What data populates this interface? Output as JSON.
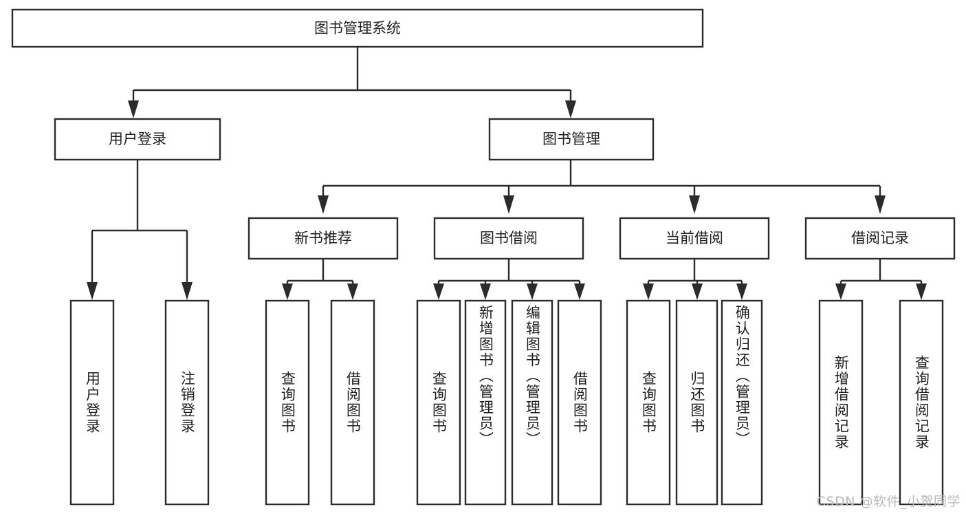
{
  "diagram": {
    "type": "tree-hierarchy",
    "title": "图书管理系统",
    "watermark": "CSDN @软件_小贺同学",
    "colors": {
      "stroke": "#2b2b2b",
      "fill": "#ffffff",
      "text": "#1f1f1f",
      "watermark": "#b9b9b9",
      "background": "#ffffff"
    },
    "levels": {
      "root": {
        "label": "图书管理系统"
      },
      "level2": [
        {
          "label": "用户登录"
        },
        {
          "label": "图书管理"
        }
      ],
      "level3": [
        {
          "label": "新书推荐"
        },
        {
          "label": "图书借阅"
        },
        {
          "label": "当前借阅"
        },
        {
          "label": "借阅记录"
        }
      ],
      "leaves": [
        {
          "label": "用户登录",
          "parent": "用户登录"
        },
        {
          "label": "注销登录",
          "parent": "用户登录"
        },
        {
          "label": "查询图书",
          "parent": "新书推荐"
        },
        {
          "label": "借阅图书",
          "parent": "新书推荐"
        },
        {
          "label": "查询图书",
          "parent": "图书借阅"
        },
        {
          "label": "新增图书（管理员）",
          "parent": "图书借阅"
        },
        {
          "label": "编辑图书（管理员）",
          "parent": "图书借阅"
        },
        {
          "label": "借阅图书",
          "parent": "图书借阅"
        },
        {
          "label": "查询图书",
          "parent": "当前借阅"
        },
        {
          "label": "归还图书",
          "parent": "当前借阅"
        },
        {
          "label": "确认归还（管理员）",
          "parent": "当前借阅"
        },
        {
          "label": "新增借阅记录",
          "parent": "借阅记录"
        },
        {
          "label": "查询借阅记录",
          "parent": "借阅记录"
        }
      ]
    }
  }
}
